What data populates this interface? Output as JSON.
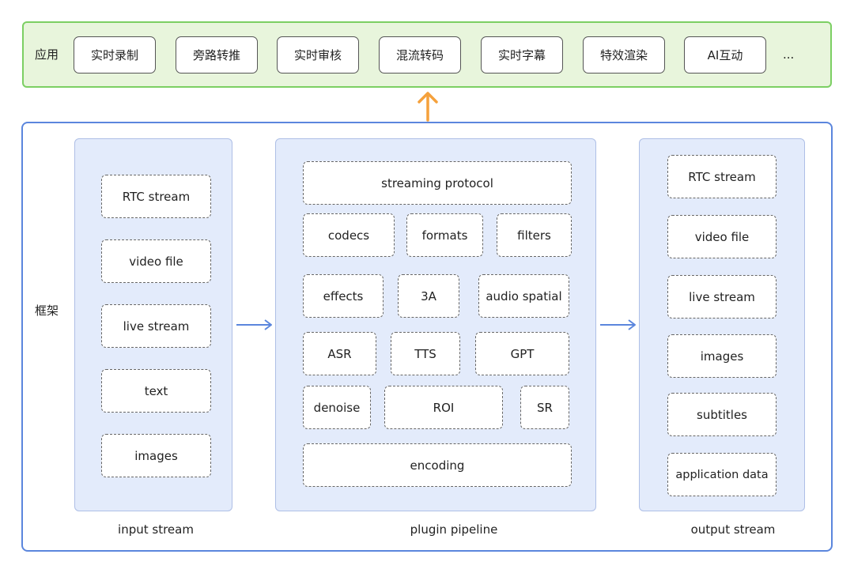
{
  "app_layer": {
    "label": "应用",
    "items": [
      "实时录制",
      "旁路转推",
      "实时审核",
      "混流转码",
      "实时字幕",
      "特效渲染",
      "AI互动"
    ],
    "more": "..."
  },
  "framework": {
    "label": "框架",
    "input": {
      "caption": "input stream",
      "items": [
        "RTC stream",
        "video file",
        "live stream",
        "text",
        "images"
      ]
    },
    "pipeline": {
      "caption": "plugin pipeline",
      "rows": [
        [
          "streaming protocol"
        ],
        [
          "codecs",
          "formats",
          "filters"
        ],
        [
          "effects",
          "3A",
          "audio spatial"
        ],
        [
          "ASR",
          "TTS",
          "GPT"
        ],
        [
          "denoise",
          "ROI",
          "SR"
        ],
        [
          "encoding"
        ]
      ]
    },
    "output": {
      "caption": "output stream",
      "items": [
        "RTC stream",
        "video file",
        "live stream",
        "images",
        "subtitles",
        "application data"
      ]
    }
  },
  "colors": {
    "app_bg": "#e8f5dc",
    "app_border": "#7ccf63",
    "frame_border": "#5b86dd",
    "column_bg": "#e3ebfb",
    "flow_arrow": "#5b86dd",
    "up_arrow": "#f5a13c"
  }
}
